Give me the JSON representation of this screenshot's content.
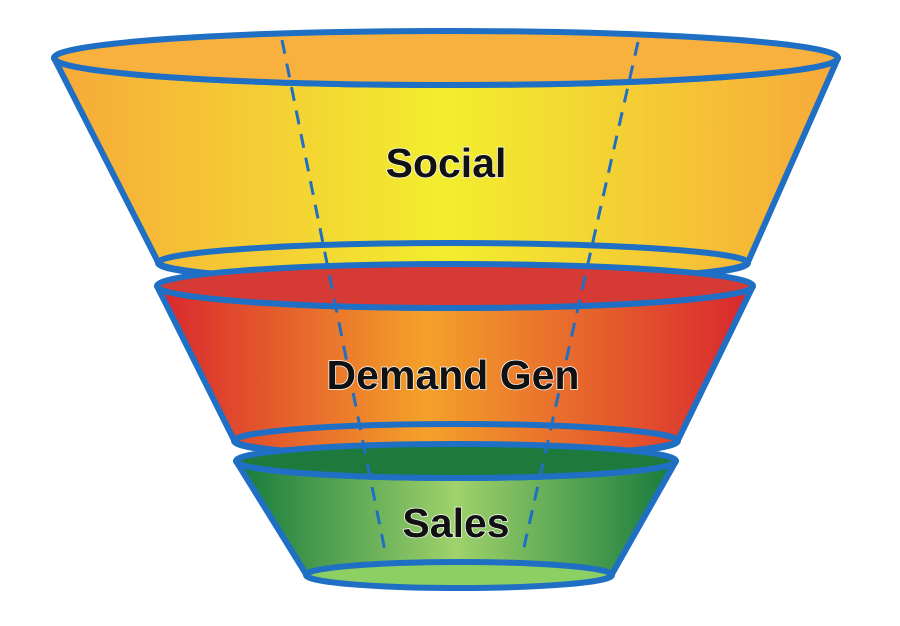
{
  "funnel": {
    "outline_color": "#1f6fc4",
    "stages": [
      {
        "label": "Social",
        "colors": {
          "edge": "#f7a93a",
          "center": "#f2ee2e"
        }
      },
      {
        "label": "Demand Gen",
        "colors": {
          "edge": "#d8262e",
          "center": "#f4a12a"
        }
      },
      {
        "label": "Sales",
        "colors": {
          "edge": "#157a3c",
          "center": "#9fd26b"
        }
      }
    ]
  }
}
